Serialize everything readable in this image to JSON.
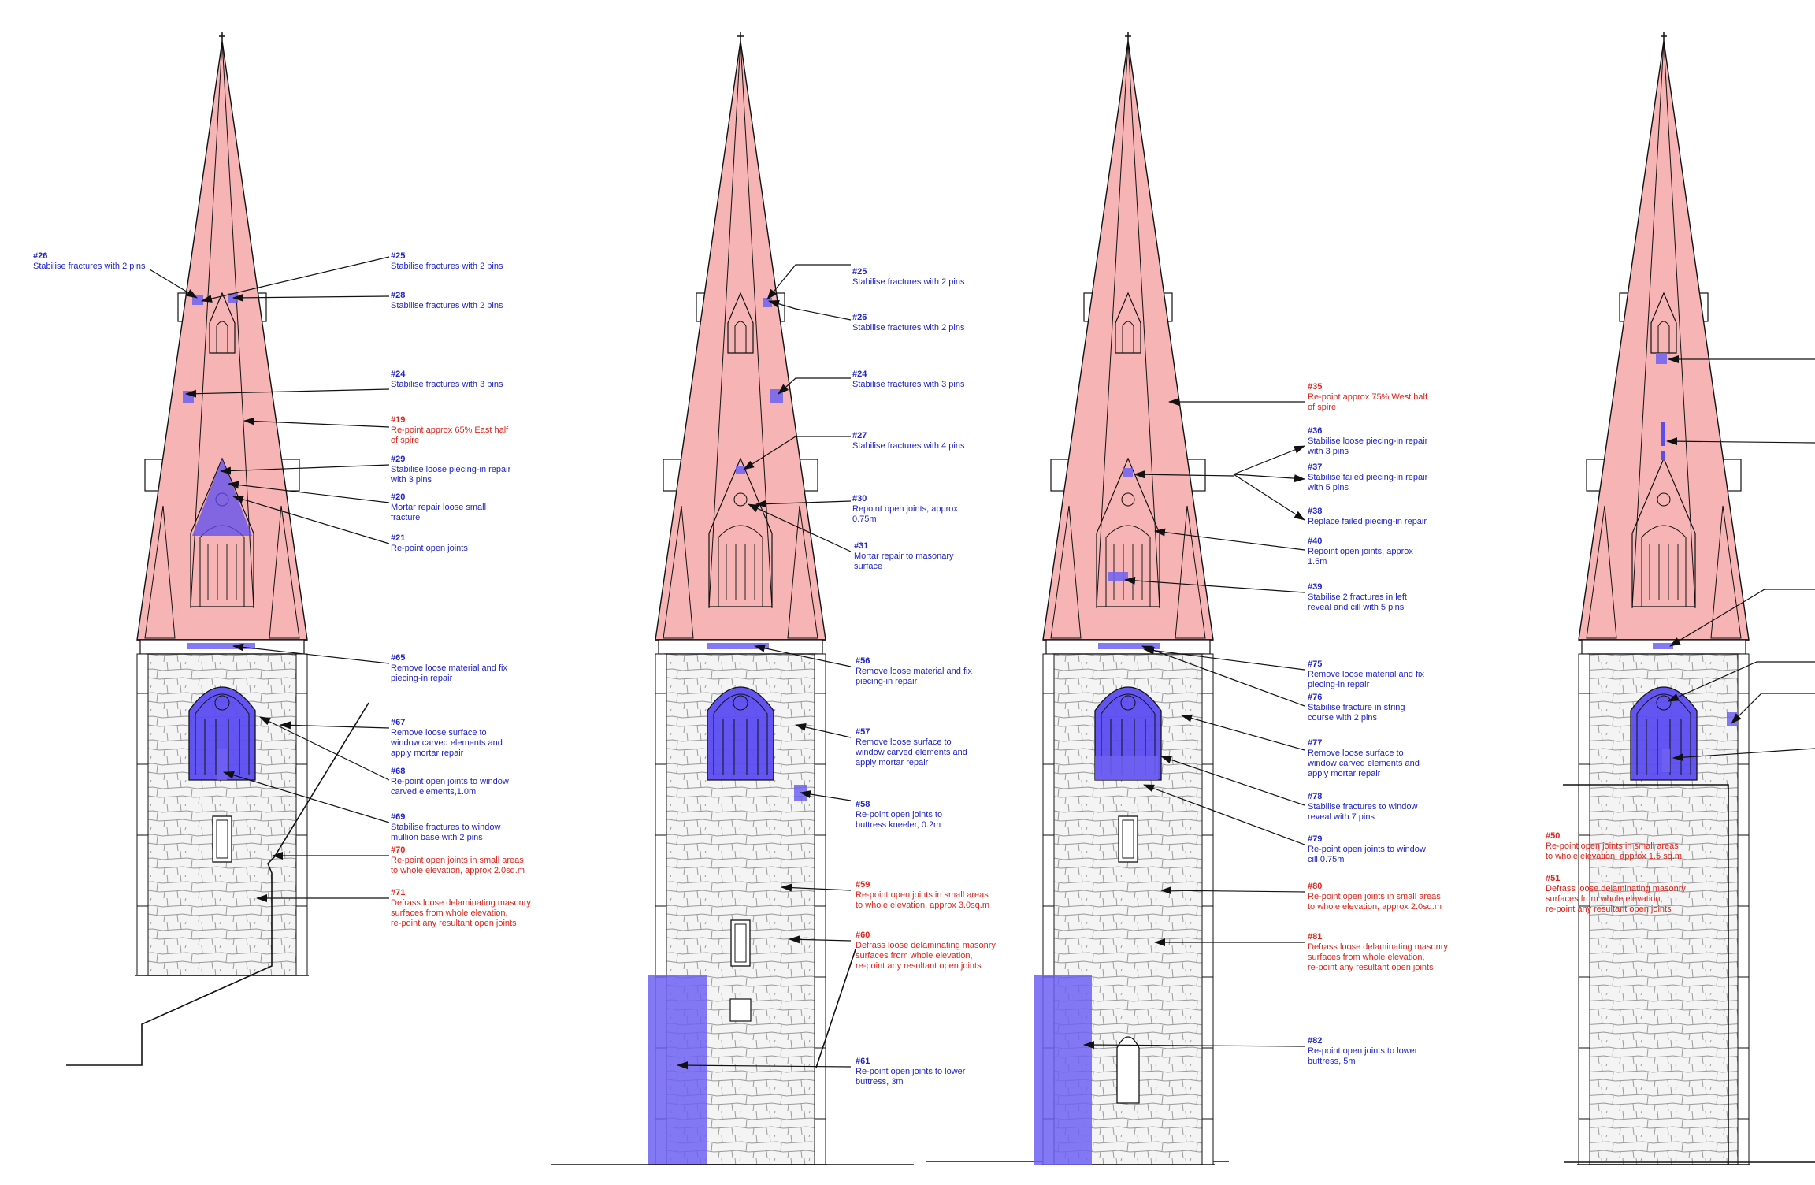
{
  "colors": {
    "line": "#111111",
    "spire_fill": "#f6b4b4",
    "highlight": "#5b4cf0",
    "highlight_soft": "#6e62f2",
    "note_blue": "#1f23c8",
    "note_red": "#e0241b",
    "masonry": "#f2f2f2",
    "masonry_line": "#9c9c9c"
  },
  "icons": [
    "cross-finial-icon",
    "leader-arrow-icon",
    "quatrefoil-icon"
  ],
  "elevations": [
    {
      "notes": [
        {
          "code": "#26",
          "lines": [
            "Stabilise fractures with 2 pins"
          ],
          "color": "blue"
        },
        {
          "code": "#25",
          "lines": [
            "Stabilise fractures with 2 pins"
          ],
          "color": "blue"
        },
        {
          "code": "#28",
          "lines": [
            "Stabilise fractures with 2 pins"
          ],
          "color": "blue"
        },
        {
          "code": "#24",
          "lines": [
            "Stabilise fractures with 3 pins"
          ],
          "color": "blue"
        },
        {
          "code": "#19",
          "lines": [
            "Re-point approx 65% East half",
            "of spire"
          ],
          "color": "red"
        },
        {
          "code": "#29",
          "lines": [
            "Stabilise loose piecing-in repair",
            "with 3 pins"
          ],
          "color": "blue"
        },
        {
          "code": "#20",
          "lines": [
            "Mortar repair loose small",
            "fracture"
          ],
          "color": "blue"
        },
        {
          "code": "#21",
          "lines": [
            "Re-point open joints"
          ],
          "color": "blue"
        },
        {
          "code": "#65",
          "lines": [
            "Remove loose material and fix",
            "piecing-in repair"
          ],
          "color": "blue"
        },
        {
          "code": "#67",
          "lines": [
            "Remove loose surface to",
            "window carved elements and",
            "apply mortar repair"
          ],
          "color": "blue"
        },
        {
          "code": "#68",
          "lines": [
            "Re-point open joints to window",
            "carved elements,1.0m"
          ],
          "color": "blue"
        },
        {
          "code": "#69",
          "lines": [
            "Stabilise fractures to window",
            "mullion base with 2 pins"
          ],
          "color": "blue"
        },
        {
          "code": "#70",
          "lines": [
            "Re-point open joints in small areas",
            "to whole elevation, approx 2.0sq.m"
          ],
          "color": "red"
        },
        {
          "code": "#71",
          "lines": [
            "Defrass loose delaminating masonry",
            "surfaces from whole elevation,",
            "re-point any resultant open joints"
          ],
          "color": "red"
        }
      ]
    },
    {
      "notes": [
        {
          "code": "#25",
          "lines": [
            "Stabilise fractures with 2 pins"
          ],
          "color": "blue"
        },
        {
          "code": "#26",
          "lines": [
            "Stabilise fractures with 2 pins"
          ],
          "color": "blue"
        },
        {
          "code": "#24",
          "lines": [
            "Stabilise fractures with 3 pins"
          ],
          "color": "blue"
        },
        {
          "code": "#27",
          "lines": [
            "Stabilise fractures with 4 pins"
          ],
          "color": "blue"
        },
        {
          "code": "#30",
          "lines": [
            "Repoint open joints, approx",
            "0.75m"
          ],
          "color": "blue"
        },
        {
          "code": "#31",
          "lines": [
            "Mortar repair to masonary",
            "surface"
          ],
          "color": "blue"
        },
        {
          "code": "#56",
          "lines": [
            "Remove loose material and fix",
            "piecing-in repair"
          ],
          "color": "blue"
        },
        {
          "code": "#57",
          "lines": [
            "Remove loose surface to",
            "window carved elements and",
            "apply mortar repair"
          ],
          "color": "blue"
        },
        {
          "code": "#58",
          "lines": [
            "Re-point open joints to",
            "buttress kneeler, 0.2m"
          ],
          "color": "blue"
        },
        {
          "code": "#59",
          "lines": [
            "Re-point open joints in small areas",
            "to whole elevation, approx 3.0sq.m"
          ],
          "color": "red"
        },
        {
          "code": "#60",
          "lines": [
            "Defrass loose delaminating masonry",
            "surfaces from whole elevation,",
            "re-point any resultant open joints"
          ],
          "color": "red"
        },
        {
          "code": "#61",
          "lines": [
            "Re-point open joints to lower",
            "buttress, 3m"
          ],
          "color": "blue"
        }
      ]
    },
    {
      "notes": [
        {
          "code": "#35",
          "lines": [
            "Re-point approx 75% West half",
            "of spire"
          ],
          "color": "red"
        },
        {
          "code": "#36",
          "lines": [
            "Stabilise loose piecing-in repair",
            "with 3 pins"
          ],
          "color": "blue"
        },
        {
          "code": "#37",
          "lines": [
            "Stabilise failed piecing-in repair",
            "with 5 pins"
          ],
          "color": "blue"
        },
        {
          "code": "#38",
          "lines": [
            "Replace failed piecing-in repair"
          ],
          "color": "blue"
        },
        {
          "code": "#40",
          "lines": [
            "Repoint open joints, approx",
            "1.5m"
          ],
          "color": "blue"
        },
        {
          "code": "#39",
          "lines": [
            "Stabilise 2 fractures in left",
            "reveal and cill with 5 pins"
          ],
          "color": "blue"
        },
        {
          "code": "#75",
          "lines": [
            "Remove loose material and fix",
            "piecing-in repair"
          ],
          "color": "blue"
        },
        {
          "code": "#76",
          "lines": [
            "Stabilise fracture in string",
            "course with 2 pins"
          ],
          "color": "blue"
        },
        {
          "code": "#77",
          "lines": [
            "Remove loose surface to",
            "window carved elements and",
            "apply mortar repair"
          ],
          "color": "blue"
        },
        {
          "code": "#78",
          "lines": [
            "Stabilise fractures to window",
            "reveal with 7 pins"
          ],
          "color": "blue"
        },
        {
          "code": "#79",
          "lines": [
            "Re-point open joints to window",
            "cill,0.75m"
          ],
          "color": "blue"
        },
        {
          "code": "#80",
          "lines": [
            "Re-point open joints in small areas",
            "to whole elevation, approx 2.0sq.m"
          ],
          "color": "red"
        },
        {
          "code": "#81",
          "lines": [
            "Defrass loose delaminating masonry",
            "surfaces from whole elevation,",
            "re-point any resultant open joints"
          ],
          "color": "red"
        },
        {
          "code": "#82",
          "lines": [
            "Re-point open joints to lower",
            "buttress, 5m"
          ],
          "color": "blue"
        }
      ]
    },
    {
      "notes": [
        {
          "code": "#50",
          "lines": [
            "Re-point open joints in small areas",
            "to whole elevation, approx 1.5 sq.m"
          ],
          "color": "red"
        },
        {
          "code": "#51",
          "lines": [
            "Defrass loose delaminating masonry",
            "surfaces from whole elevation,",
            "re-point any resultant open joints"
          ],
          "color": "red"
        }
      ]
    }
  ]
}
